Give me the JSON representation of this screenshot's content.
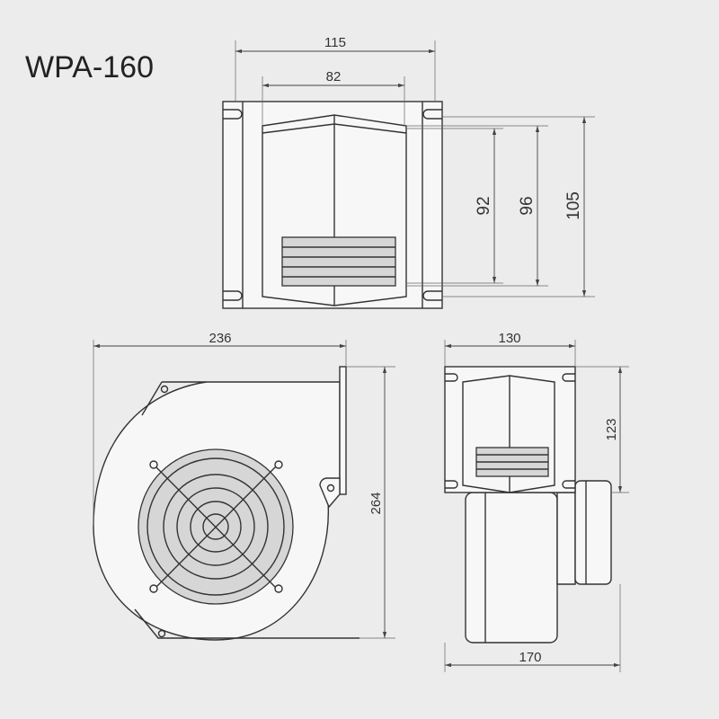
{
  "title": "WPA-160",
  "dimensions": {
    "front_width": "115",
    "front_inner_width": "82",
    "front_height_inner": "92",
    "front_height_mid": "96",
    "front_height_outer": "105",
    "side_width": "236",
    "side_height": "264",
    "end_width": "130",
    "end_height": "123",
    "end_total_width": "170"
  }
}
